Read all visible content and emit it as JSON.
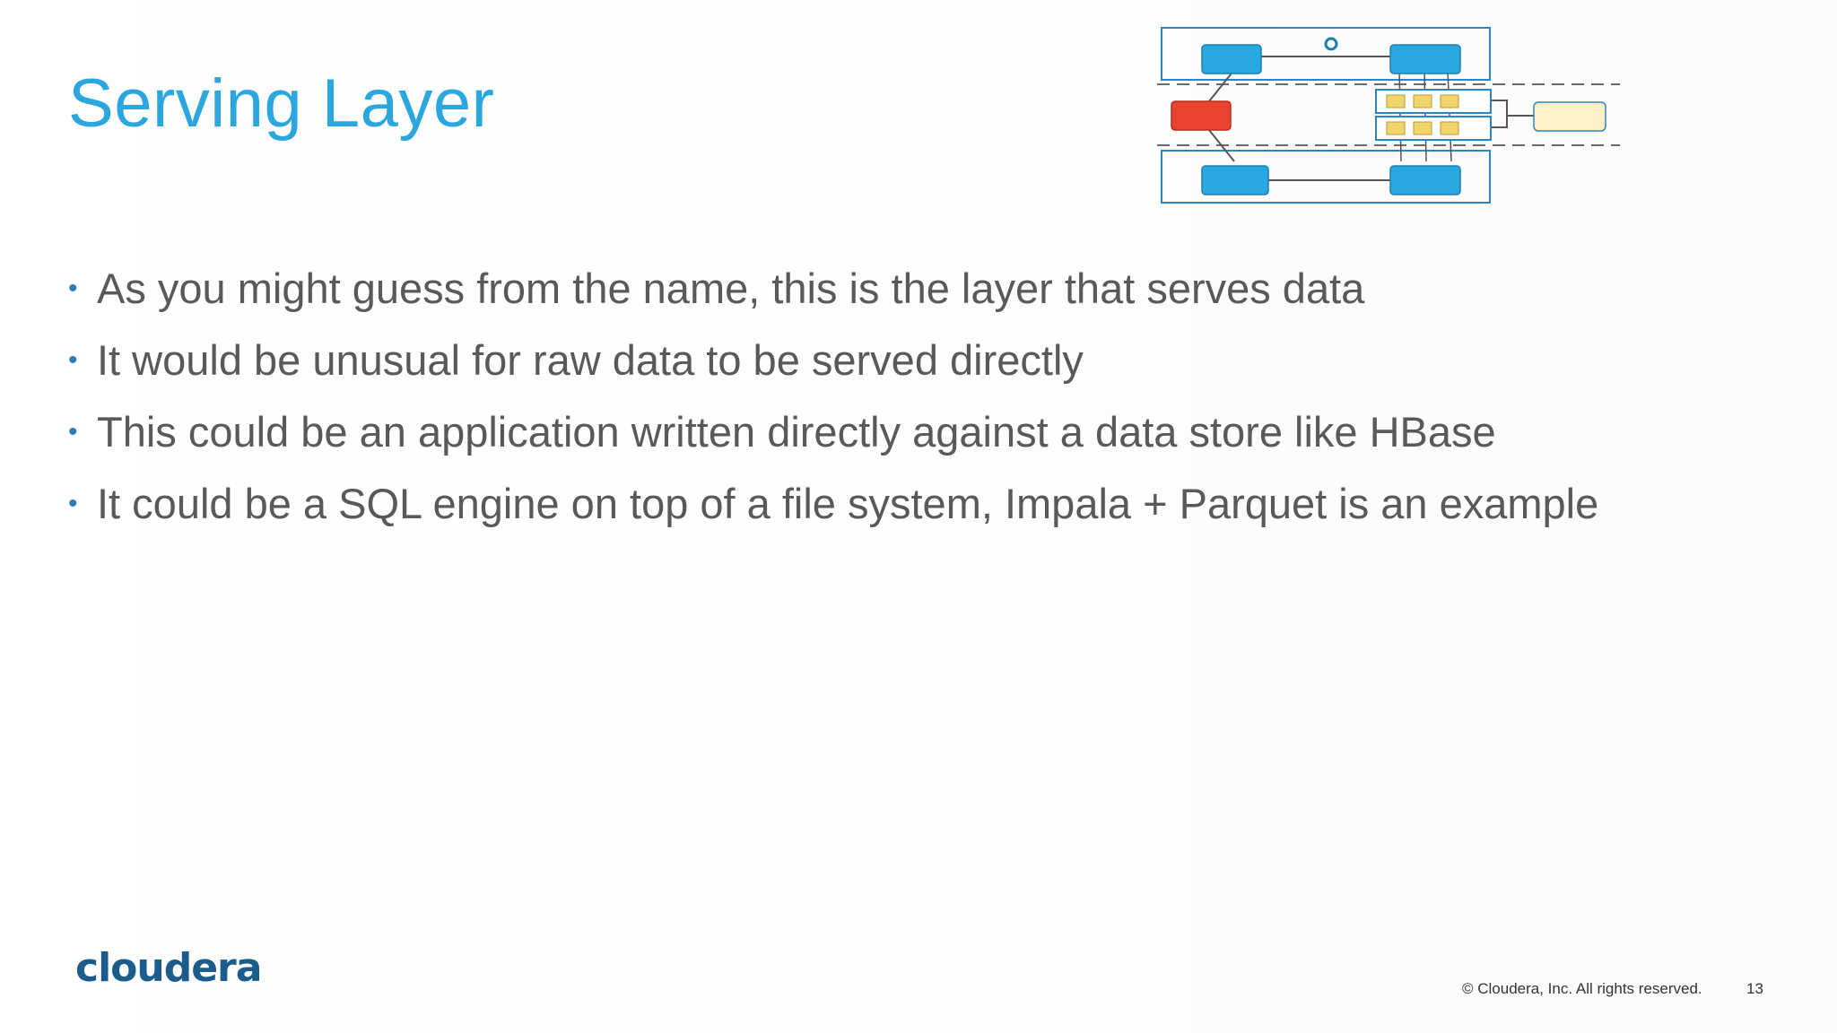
{
  "slide": {
    "title": "Serving Layer",
    "bullets": [
      "As you might guess from the name, this is the layer that serves data",
      "It would be unusual for raw data to be served directly",
      "This could be an application written directly against a data store like HBase",
      "It could be a SQL engine on top of a file system, Impala + Parquet is an example"
    ],
    "bullet_glyph": "•"
  },
  "footer": {
    "logo_text": "cloudera",
    "copyright": "© Cloudera, Inc. All rights reserved.",
    "page_number": "13"
  },
  "colors": {
    "title": "#2ba6de",
    "body_text": "#595959",
    "bullet": "#2b7fb5",
    "logo": "#1b5c8c",
    "diagram_blue": "#29a8e0",
    "diagram_red": "#e8432f",
    "diagram_yellow": "#f3d66b",
    "diagram_cream": "#fcf0c4"
  },
  "icons": {
    "diagram": "architecture-thumbnail-icon",
    "refresh": "refresh-icon"
  }
}
